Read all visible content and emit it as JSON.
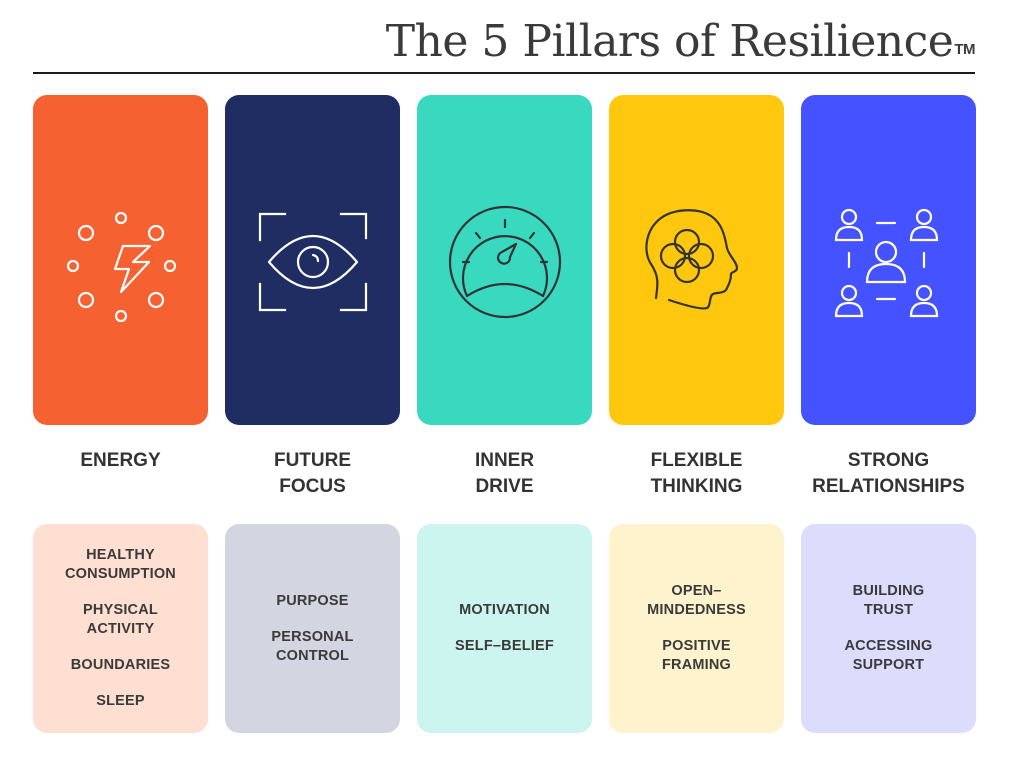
{
  "header": {
    "title": "The 5 Pillars of Resilience",
    "trademark": "TM"
  },
  "pillars": [
    {
      "icon": "lightning-icon",
      "icon_color": "#ffffff",
      "card_color": "#f66131",
      "detail_color": "#fedfd2",
      "name_lines": [
        "ENERGY"
      ],
      "items": [
        {
          "lines": [
            "HEALTHY",
            "CONSUMPTION"
          ]
        },
        {
          "lines": [
            "PHYSICAL",
            "ACTIVITY"
          ]
        },
        {
          "lines": [
            "BOUNDARIES"
          ]
        },
        {
          "lines": [
            "SLEEP"
          ]
        }
      ]
    },
    {
      "icon": "eye-icon",
      "icon_color": "#ffffff",
      "card_color": "#1f2d63",
      "detail_color": "#d3d5e0",
      "name_lines": [
        "FUTURE",
        "FOCUS"
      ],
      "items": [
        {
          "lines": [
            "PURPOSE"
          ]
        },
        {
          "lines": [
            "PERSONAL",
            "CONTROL"
          ]
        }
      ]
    },
    {
      "icon": "gauge-icon",
      "icon_color": "#333333",
      "card_color": "#39d9c0",
      "detail_color": "#cbf5ee",
      "name_lines": [
        "INNER",
        "DRIVE"
      ],
      "items": [
        {
          "lines": [
            "MOTIVATION"
          ]
        },
        {
          "lines": [
            "SELF–BELIEF"
          ]
        }
      ]
    },
    {
      "icon": "head-icon",
      "icon_color": "#333333",
      "card_color": "#ffc80f",
      "detail_color": "#fff3cd",
      "name_lines": [
        "FLEXIBLE",
        "THINKING"
      ],
      "items": [
        {
          "lines": [
            "OPEN–",
            "MINDEDNESS"
          ]
        },
        {
          "lines": [
            "POSITIVE",
            "FRAMING"
          ]
        }
      ]
    },
    {
      "icon": "people-network-icon",
      "icon_color": "#ffffff",
      "card_color": "#4552ff",
      "detail_color": "#dcdcfd",
      "name_lines": [
        "STRONG",
        "RELATIONSHIPS"
      ],
      "items": [
        {
          "lines": [
            "BUILDING",
            "TRUST"
          ]
        },
        {
          "lines": [
            "ACCESSING",
            "SUPPORT"
          ]
        }
      ]
    }
  ]
}
